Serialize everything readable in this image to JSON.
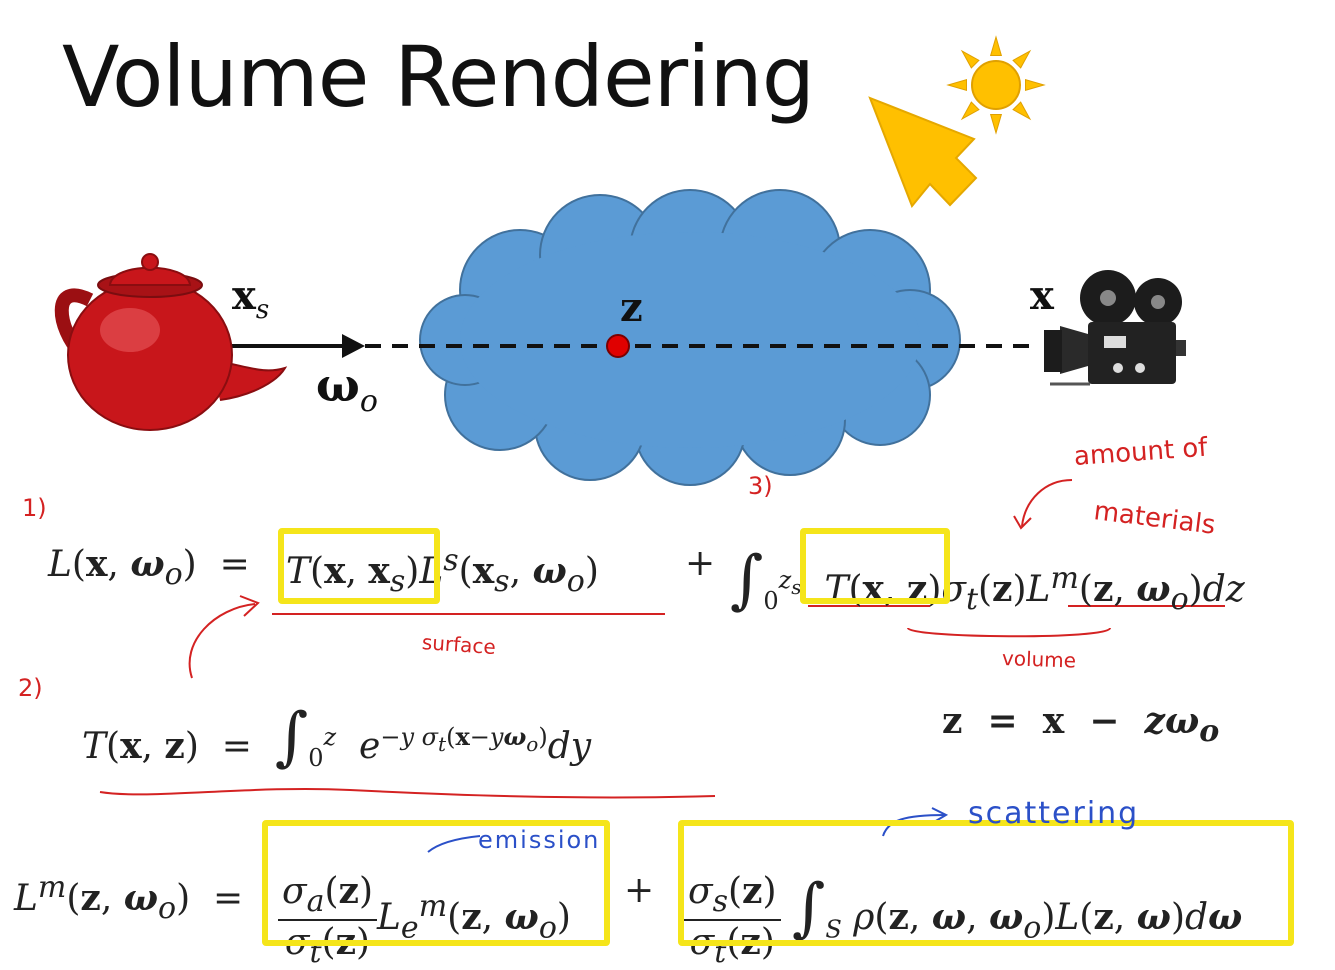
{
  "slide": {
    "title": "Volume Rendering"
  },
  "diagram": {
    "label_xs_main": "x",
    "label_xs_sub": "s",
    "label_omega": "ω",
    "label_omega_sub": "o",
    "label_z": "z",
    "label_x": "x",
    "colors": {
      "cloud": "#5b9bd5",
      "point": "#e00000",
      "sun": "#ffc000",
      "arrow": "#ffc000",
      "teapot": "#c8161b"
    }
  },
  "equations": {
    "eq1_lhs": "L(x, ωo) =",
    "eq1_surface": "T(x, xs) Ls(xs, ωo)",
    "eq1_plus": "+",
    "eq1_volume": "∫0zs T(x, z) σt(z) Lm(z, ωo) dz",
    "eq2": "T(x, z) = ∫0z e−y σt(x−y ωo) dy",
    "eq3": "z = x − zωo",
    "eq4_lhs": "Lm(z, ωo) =",
    "eq4_emission": "σa(z)/σt(z) Lem(z, ωo)",
    "eq4_plus": "+",
    "eq4_scattering": "σs(z)/σt(z) ∫S ρ(z, ω, ωo) L(z, ω) dω"
  },
  "annotations": {
    "n1": "1)",
    "n2": "2)",
    "n3": "3)",
    "surface": "surface",
    "volume": "volume",
    "amount_line1": "amount of",
    "amount_line2": "materials",
    "emission": "emission",
    "scattering": "scattering"
  }
}
